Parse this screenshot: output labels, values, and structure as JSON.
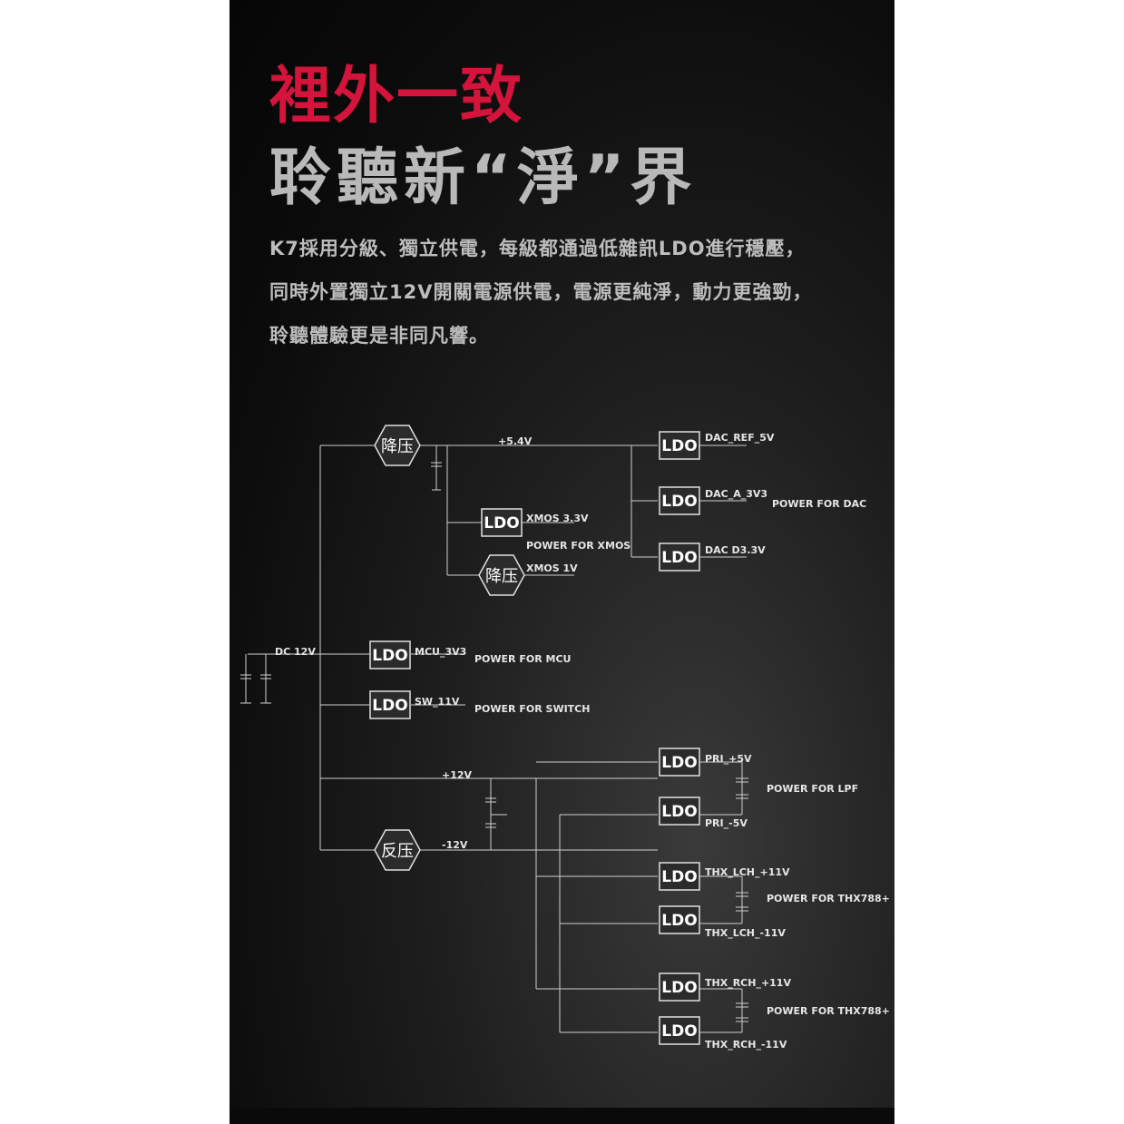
{
  "heading": {
    "line1": "裡外一致",
    "line2": "聆聽新“淨”界"
  },
  "paragraph": [
    "K7採用分級、獨立供電，每級都通過低雜訊LDO進行穩壓，",
    "同時外置獨立12V開關電源供電，電源更純淨，動力更強勁，",
    "聆聽體驗更是非同凡響。"
  ],
  "diagram": {
    "ldo_label": "LDO",
    "step_down_label": "降压",
    "inverter_label": "反压",
    "dc_input": "DC 12V",
    "rail_5v4": "+5.4V",
    "rail_p12": "+12V",
    "rail_m12": "-12V",
    "dac_ref": "DAC_REF_5V",
    "dac_a": "DAC_A_3V3",
    "dac_d": "DAC D3.3V",
    "power_dac": "POWER FOR DAC",
    "xmos33": "XMOS 3.3V",
    "power_xmos": "POWER FOR XMOS",
    "xmos1v": "XMOS 1V",
    "mcu": "MCU_3V3",
    "power_mcu": "POWER FOR MCU",
    "sw": "SW_11V",
    "power_switch": "POWER FOR SWITCH",
    "pri_p5": "PRI_+5V",
    "pri_m5": "PRI_-5V",
    "power_lpf": "POWER FOR LPF",
    "thx_lch_p": "THX_LCH_+11V",
    "thx_lch_m": "THX_LCH_-11V",
    "power_thx": "POWER FOR THX788+",
    "thx_rch_p": "THX_RCH_+11V",
    "thx_rch_m": "THX_RCH_-11V"
  },
  "colors": {
    "accent": "#d4143a",
    "line": "#cfcfcf",
    "box_fill": "#2b2b2b"
  }
}
